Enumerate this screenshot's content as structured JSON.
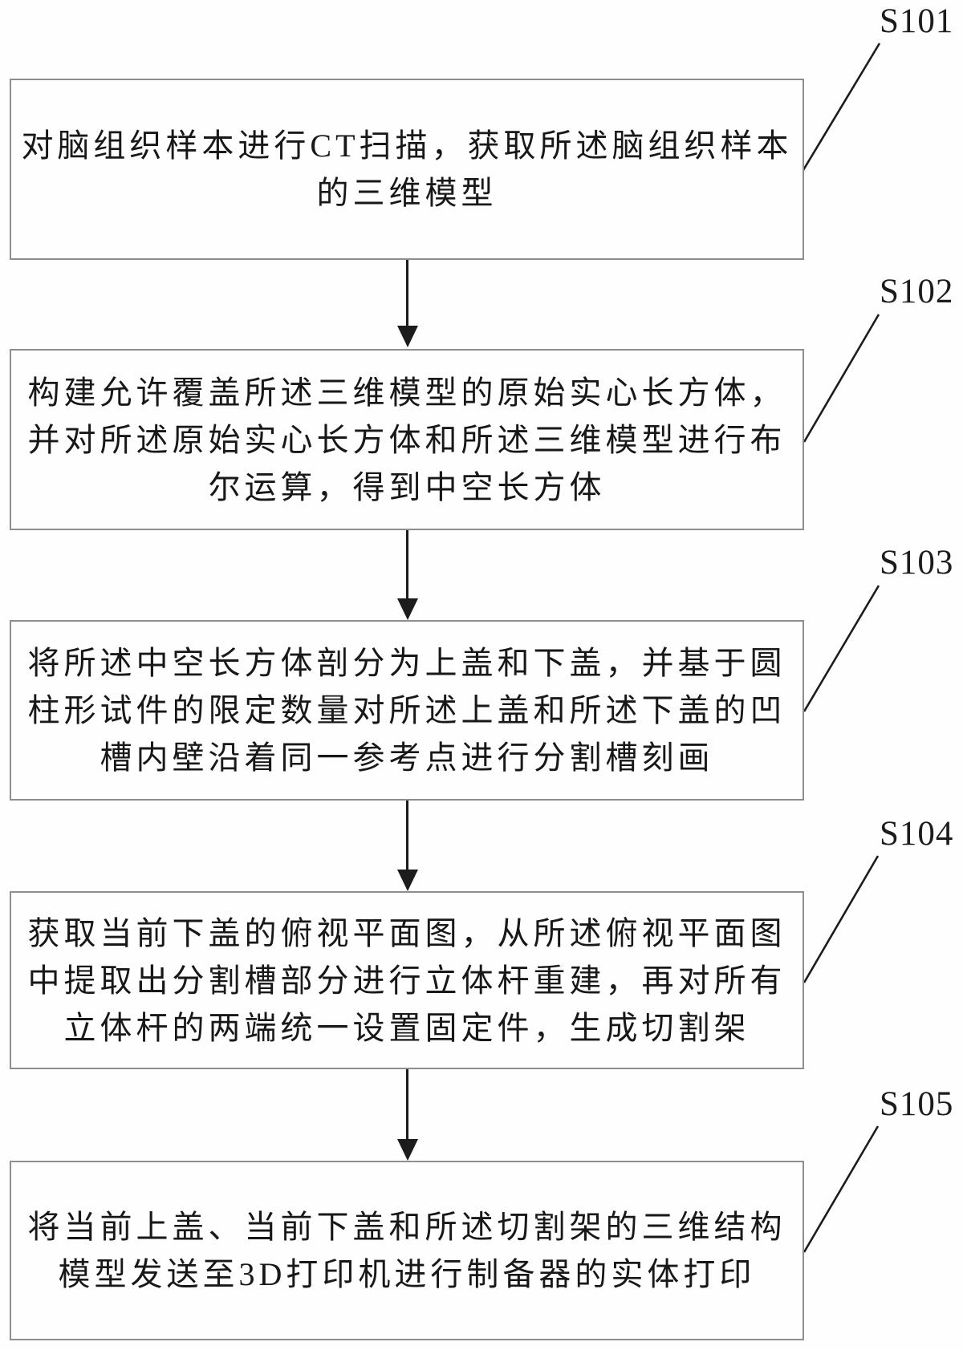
{
  "colors": {
    "background": "#fefefe",
    "box_border": "#8e8e8e",
    "line": "#1c1c1c",
    "text": "#181818"
  },
  "steps": [
    {
      "label": "S101",
      "lines": [
        "对脑组织样本进行CT扫描，获取所述脑组织样本",
        "的三维模型"
      ]
    },
    {
      "label": "S102",
      "lines": [
        "构建允许覆盖所述三维模型的原始实心长方体，",
        "并对所述原始实心长方体和所述三维模型进行布",
        "尔运算，得到中空长方体"
      ]
    },
    {
      "label": "S103",
      "lines": [
        "将所述中空长方体剖分为上盖和下盖，并基于圆",
        "柱形试件的限定数量对所述上盖和所述下盖的凹",
        "槽内壁沿着同一参考点进行分割槽刻画"
      ]
    },
    {
      "label": "S104",
      "lines": [
        "获取当前下盖的俯视平面图，从所述俯视平面图",
        "中提取出分割槽部分进行立体杆重建，再对所有",
        "立体杆的两端统一设置固定件，生成切割架"
      ]
    },
    {
      "label": "S105",
      "lines": [
        "将当前上盖、当前下盖和所述切割架的三维结构",
        "模型发送至3D打印机进行制备器的实体打印"
      ]
    }
  ]
}
